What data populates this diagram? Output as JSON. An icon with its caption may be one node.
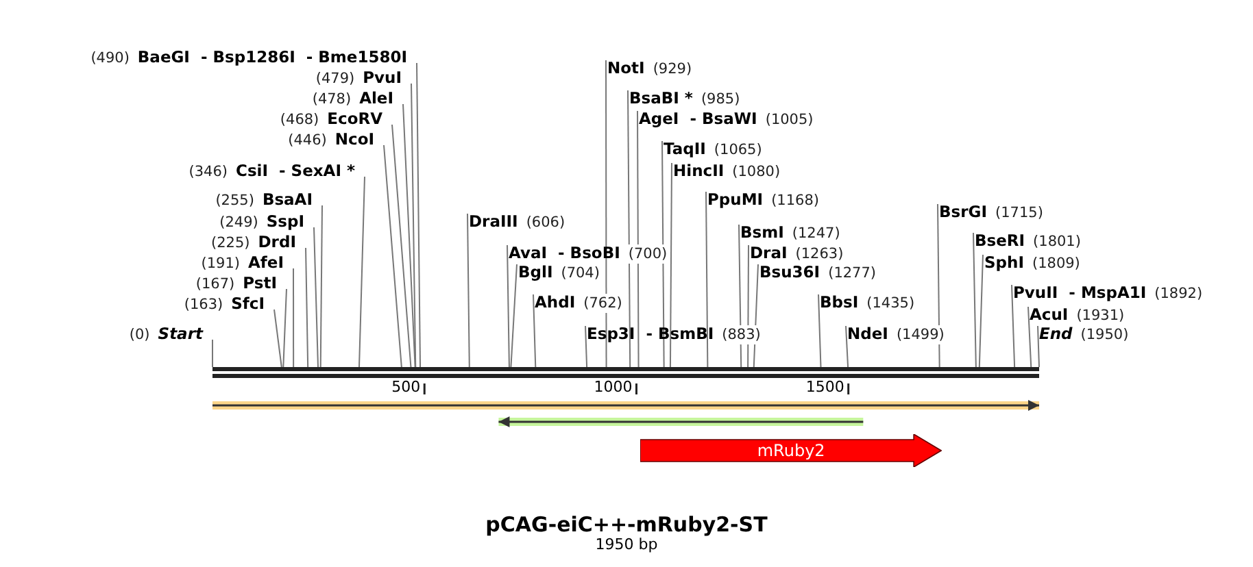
{
  "diagram": {
    "title": "pCAG-eiC++-mRuby2-ST",
    "caption": "1950 bp",
    "nodes": [
      {
        "text": [
          "BaeGI  - Bsp1286I  - Bme1580I"
        ],
        "beside": [
          "(490)"
        ]
      },
      {
        "text": [
          "NotI"
        ],
        "beside": [
          "(929)"
        ]
      },
      {
        "text": [
          "PvuI"
        ],
        "beside": [
          "(479)"
        ]
      },
      {
        "text": [
          "AleI"
        ],
        "beside": [
          "(478)"
        ]
      },
      {
        "text": [
          "BsaBI *"
        ],
        "beside": [
          "(985)"
        ]
      },
      {
        "text": [
          "EcoRV"
        ],
        "beside": [
          "(468)"
        ]
      },
      {
        "text": [
          "AgeI  - BsaWI"
        ],
        "beside": [
          "(1005)"
        ]
      },
      {
        "text": [
          "NcoI"
        ],
        "beside": [
          "(446)"
        ]
      },
      {
        "text": [
          "TaqII"
        ],
        "beside": [
          "(1065)"
        ]
      },
      {
        "text": [
          "CsiI  - SexAI *"
        ],
        "beside": [
          "(346)"
        ]
      },
      {
        "text": [
          "HincII"
        ],
        "beside": [
          "(1080)"
        ]
      },
      {
        "text": [
          "BsaAI"
        ],
        "beside": [
          "(255)"
        ]
      },
      {
        "text": [
          "PpuMI"
        ],
        "beside": [
          "(1168)"
        ]
      },
      {
        "text": [
          "BsrGI"
        ],
        "beside": [
          "(1715)"
        ]
      },
      {
        "text": [
          "SspI"
        ],
        "beside": [
          "(249)"
        ]
      },
      {
        "text": [
          "DraIII"
        ],
        "beside": [
          "(606)"
        ]
      },
      {
        "text": [
          "BsmI"
        ],
        "beside": [
          "(1247)"
        ]
      },
      {
        "text": [
          "BseRI"
        ],
        "beside": [
          "(1801)"
        ]
      },
      {
        "text": [
          "DrdI"
        ],
        "beside": [
          "(225)"
        ]
      },
      {
        "text": [
          "AvaI  - BsoBI"
        ],
        "beside": [
          "(700)"
        ]
      },
      {
        "text": [
          "DraI"
        ],
        "beside": [
          "(1263)"
        ]
      },
      {
        "text": [
          "AfeI"
        ],
        "beside": [
          "(191)"
        ]
      },
      {
        "text": [
          "SphI"
        ],
        "beside": [
          "(1809)"
        ]
      },
      {
        "text": [
          "BglI"
        ],
        "beside": [
          "(704)"
        ]
      },
      {
        "text": [
          "Bsu36I"
        ],
        "beside": [
          "(1277)"
        ]
      },
      {
        "text": [
          "PstI"
        ],
        "beside": [
          "(167)"
        ]
      },
      {
        "text": [
          "PvuII  - MspA1I"
        ],
        "beside": [
          "(1892)"
        ]
      },
      {
        "text": [
          "AhdI"
        ],
        "beside": [
          "(762)"
        ]
      },
      {
        "text": [
          "BbsI"
        ],
        "beside": [
          "(1435)"
        ]
      },
      {
        "text": [
          "SfcI"
        ],
        "beside": [
          "(163)"
        ]
      },
      {
        "text": [
          "AcuI"
        ],
        "beside": [
          "(1931)"
        ]
      },
      {
        "text": [
          "Start"
        ],
        "beside": [
          "(0)"
        ]
      },
      {
        "text": [
          "Esp3I  - BsmBI"
        ],
        "beside": [
          "(883)"
        ]
      },
      {
        "text": [
          "NdeI"
        ],
        "beside": [
          "(1499)"
        ]
      },
      {
        "text": [
          "End"
        ],
        "beside": [
          "(1950)"
        ]
      },
      {
        "text": [],
        "shape": "bar"
      },
      {
        "text": [],
        "shape": "arrow"
      },
      {
        "text": [],
        "shape": "arrow"
      },
      {
        "text": [
          "mRuby2"
        ]
      }
    ],
    "edges": [
      {
        "from": 0,
        "to": 35,
        "arrow": "none"
      },
      {
        "from": 1,
        "to": 35,
        "arrow": "none"
      },
      {
        "from": 2,
        "to": 35,
        "arrow": "none"
      },
      {
        "from": 3,
        "to": 35,
        "arrow": "none"
      },
      {
        "from": 4,
        "to": 35,
        "arrow": "none"
      },
      {
        "from": 5,
        "to": 35,
        "arrow": "none"
      },
      {
        "from": 6,
        "to": 35,
        "arrow": "none"
      },
      {
        "from": 7,
        "to": 35,
        "arrow": "none"
      },
      {
        "from": 8,
        "to": 35,
        "arrow": "none"
      },
      {
        "from": 9,
        "to": 35,
        "arrow": "none"
      },
      {
        "from": 10,
        "to": 35,
        "arrow": "none"
      },
      {
        "from": 11,
        "to": 35,
        "arrow": "none"
      },
      {
        "from": 12,
        "to": 35,
        "arrow": "none"
      },
      {
        "from": 13,
        "to": 35,
        "arrow": "none"
      },
      {
        "from": 14,
        "to": 35,
        "arrow": "none"
      },
      {
        "from": 15,
        "to": 35,
        "arrow": "none"
      },
      {
        "from": 16,
        "to": 35,
        "arrow": "none"
      },
      {
        "from": 17,
        "to": 35,
        "arrow": "none"
      },
      {
        "from": 18,
        "to": 35,
        "arrow": "none"
      },
      {
        "from": 19,
        "to": 35,
        "arrow": "none"
      },
      {
        "from": 20,
        "to": 35,
        "arrow": "none"
      },
      {
        "from": 21,
        "to": 35,
        "arrow": "none"
      },
      {
        "from": 22,
        "to": 35,
        "arrow": "none"
      },
      {
        "from": 23,
        "to": 35,
        "arrow": "none"
      },
      {
        "from": 24,
        "to": 35,
        "arrow": "none"
      },
      {
        "from": 25,
        "to": 35,
        "arrow": "none"
      },
      {
        "from": 26,
        "to": 35,
        "arrow": "none"
      },
      {
        "from": 27,
        "to": 35,
        "arrow": "none"
      },
      {
        "from": 28,
        "to": 35,
        "arrow": "none"
      },
      {
        "from": 29,
        "to": 35,
        "arrow": "none"
      },
      {
        "from": 30,
        "to": 35,
        "arrow": "none"
      },
      {
        "from": 31,
        "to": 35,
        "arrow": "none"
      },
      {
        "from": 32,
        "to": 35,
        "arrow": "none"
      },
      {
        "from": 33,
        "to": 35,
        "arrow": "none"
      },
      {
        "from": 34,
        "to": 35,
        "arrow": "none"
      }
    ],
    "labels": [
      "500",
      "1000",
      "1500"
    ]
  }
}
